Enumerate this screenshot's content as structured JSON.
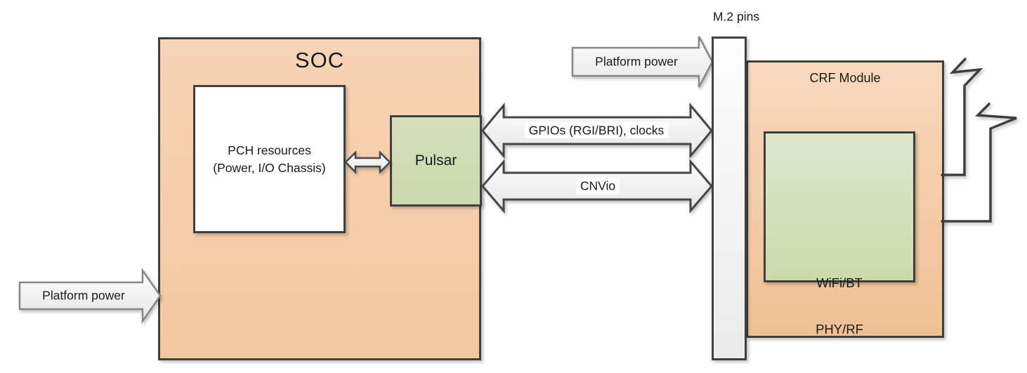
{
  "soc": {
    "title": "SOC",
    "pch_box": {
      "line1": "PCH resources",
      "line2": "(Power, I/O Chassis)"
    },
    "pulsar_box": {
      "label": "Pulsar"
    }
  },
  "m2_connector": {
    "label": "M.2 pins"
  },
  "crf_module": {
    "title": "CRF Module",
    "wifi_box": {
      "line1": "WiFi/BT",
      "line2": "PHY/RF"
    },
    "antenna_icons": [
      "antenna-icon-top",
      "antenna-icon-bottom"
    ]
  },
  "connections": {
    "platform_power_top": {
      "label": "Platform power"
    },
    "platform_power_left": {
      "label": "Platform power"
    },
    "gpio_clocks": {
      "label": "GPIOs (RGI/BRI), clocks"
    },
    "cnvio": {
      "label": "CNVio"
    }
  },
  "colors": {
    "box_border": "#3f3f3f",
    "soc_fill": "#f5cfae",
    "crf_fill_top": "#f9d9be",
    "crf_fill_bottom": "#efc094",
    "green_fill": "#d0dcb2",
    "wifi_green_top": "#dde7cd",
    "wifi_green_bottom": "#ccdaab",
    "arrow_fill_top": "#fdfdfd",
    "arrow_fill_bottom": "#e6e6e6",
    "arrow_border_dark": "#474747",
    "arrow_border_light": "#878787",
    "m2_fill": "#f4f4f4",
    "text": "#1a1a1a"
  }
}
